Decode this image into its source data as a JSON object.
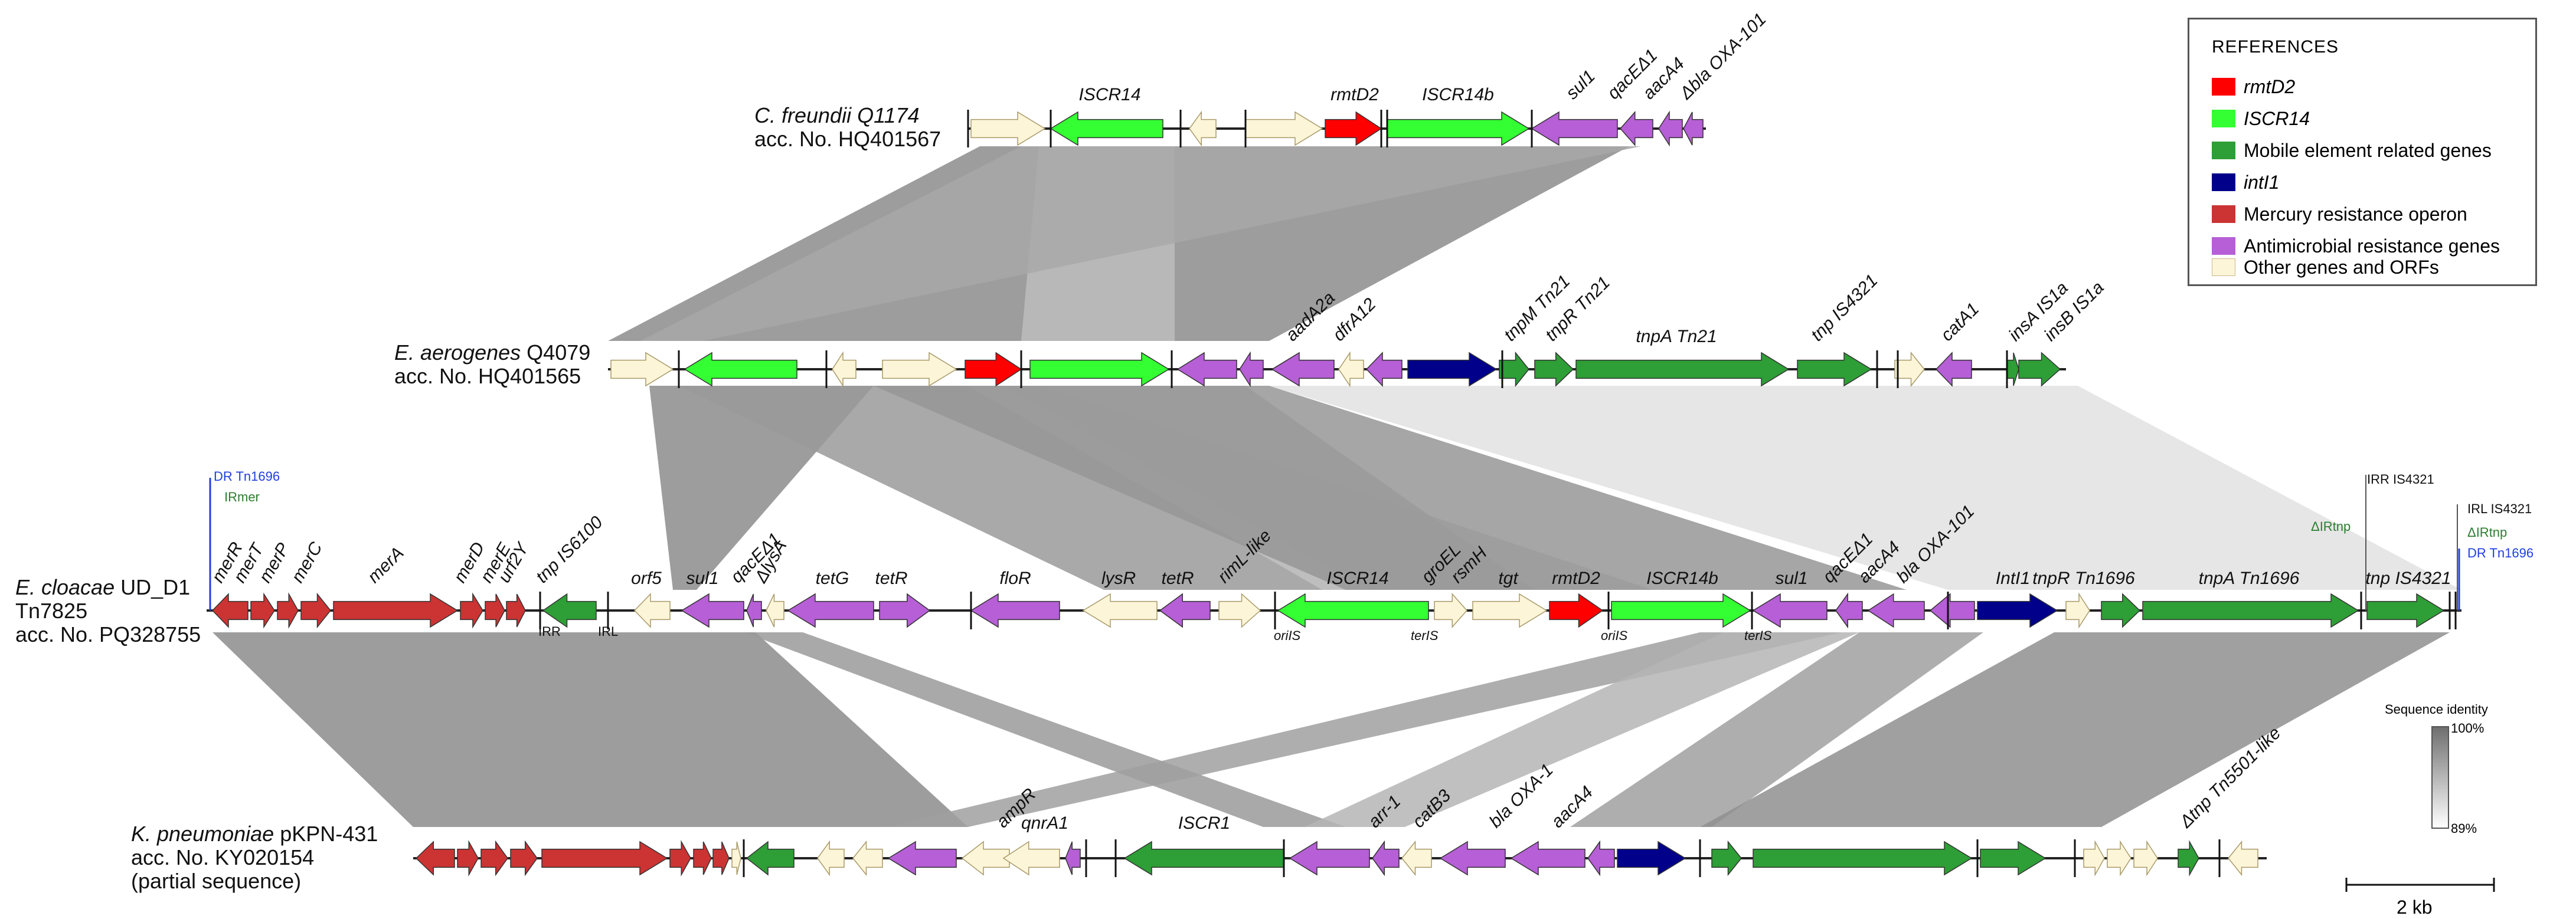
{
  "rows": [
    {
      "id": "q1174",
      "organism": "C. freundii",
      "strain": "Q1174",
      "accession": "acc. No. HQ401567"
    },
    {
      "id": "q4079",
      "organism": "E. aerogenes",
      "strain": "Q4079",
      "accession": "acc. No. HQ401565"
    },
    {
      "id": "ud",
      "organism": "E. cloacae",
      "strain": "UD_D1",
      "transposon": "Tn7825",
      "accession": "acc. No. PQ328755"
    },
    {
      "id": "kpn",
      "organism": "K. pneumoniae",
      "strain": "pKPN-431",
      "accession": "acc. No. KY020154",
      "note": "(partial sequence)"
    }
  ],
  "legend": {
    "title": "REFERENCES",
    "items": [
      {
        "label": "rmtD2",
        "italic": true,
        "color": "#ff0000"
      },
      {
        "label": "ISCR14",
        "italic": true,
        "color": "#33ff33"
      },
      {
        "label": "Mobile element related genes",
        "italic": false,
        "color": "#2e9e36"
      },
      {
        "label": "intI1",
        "italic": true,
        "color": "#00008b"
      },
      {
        "label": "Mercury resistance operon",
        "italic": false,
        "color": "#cc3333"
      },
      {
        "label": "Antimicrobial resistance genes",
        "italic": false,
        "color": "#b65fd6"
      },
      {
        "label": "Other genes and ORFs",
        "italic": false,
        "color": "#fdf5d8"
      }
    ]
  },
  "identity_scale": {
    "title": "Sequence identity",
    "max": "100%",
    "min": "89%"
  },
  "scale_bar": "2 kb",
  "gene_labels": {
    "q1174": [
      "ISCR14",
      "rmtD2",
      "ISCR14b",
      "sul1",
      "qacEΔ1",
      "aacA4",
      "Δbla OXA-101"
    ],
    "q4079": [
      "aadA2a",
      "dfrA12",
      "tnpM Tn21",
      "tnpR Tn21",
      "tnpA Tn21",
      "tnp IS4321",
      "catA1",
      "insA IS1a",
      "insB IS1a"
    ],
    "ud": [
      "merR",
      "merT",
      "merP",
      "merC",
      "merA",
      "merD",
      "merE",
      "urf2Y",
      "tnp IS6100",
      "orf5",
      "sul1",
      "qacEΔ1",
      "ΔlysA",
      "tetG",
      "tetR",
      "floR",
      "lysR",
      "tetR",
      "rimL-like",
      "ISCR14",
      "groEL",
      "rsmH",
      "tgt",
      "rmtD2",
      "ISCR14b",
      "sul1",
      "qacEΔ1",
      "aacA4",
      "bla OXA-101",
      "IntI1",
      "tnpR Tn1696",
      "tnpA Tn1696",
      "tnp IS4321"
    ],
    "kpn": [
      "ampR",
      "qnrA1",
      "ISCR1",
      "arr-1",
      "catB3",
      "bla OXA-1",
      "aacA4",
      "Δtnp Tn5501-like"
    ]
  },
  "ud_markers": [
    "DR Tn1696",
    "IRmer",
    "IRR",
    "IRL",
    "oriIS",
    "terIS",
    "oriIS",
    "terIS",
    "ΔIRtnp",
    "IRR IS4321",
    "IRL IS4321",
    "ΔIRtnp",
    "DR Tn1696"
  ],
  "colors": {
    "rmt": "#ff0000",
    "iscr14": "#33ff33",
    "mobile": "#2e9e36",
    "intI": "#00008b",
    "mercury": "#cc3333",
    "amr": "#b65fd6",
    "other": "#fdf5d8",
    "dr": "#1f3fe0",
    "ir": "#2e7d32"
  }
}
